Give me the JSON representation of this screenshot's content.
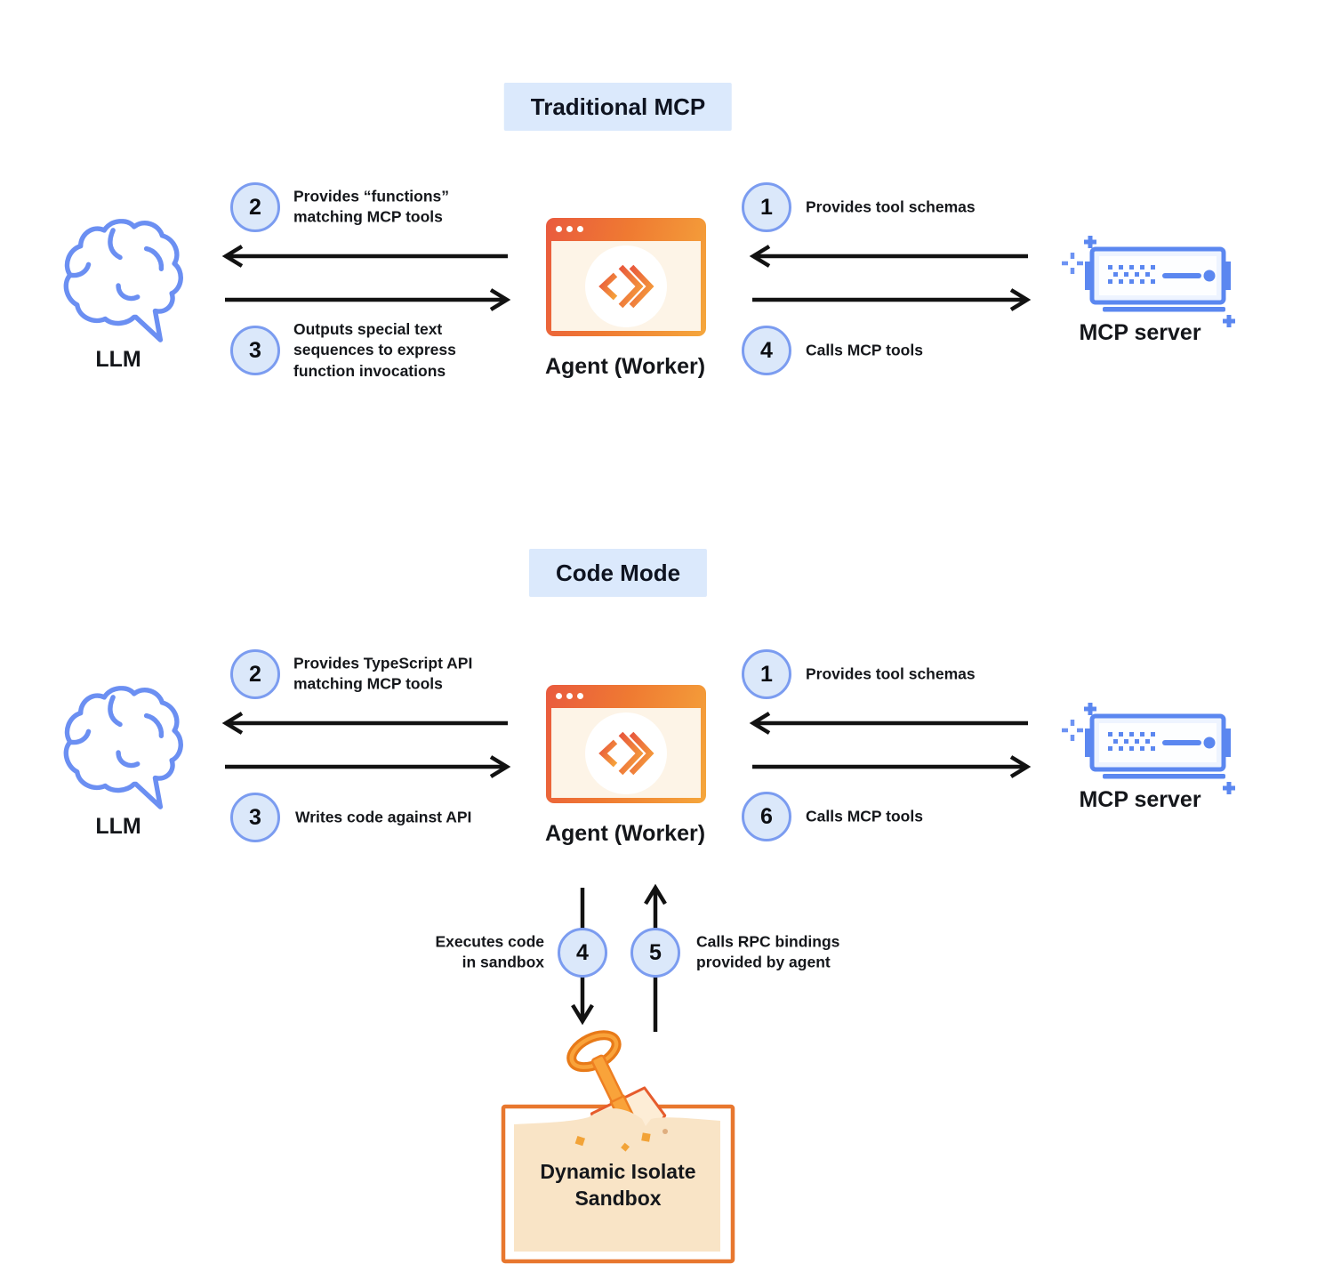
{
  "colors": {
    "accent_blue": "#5b87f0",
    "circle_fill": "#dbe8fa",
    "circle_border": "#7b9cf0",
    "title_bg": "#dbe9fc",
    "worker_orange_start": "#e95a3e",
    "worker_orange_end": "#f5a73c",
    "sandbox_border": "#e8772e",
    "sand_fill": "#f9e4c6",
    "arrow_black": "#121212"
  },
  "traditional": {
    "title": "Traditional MCP",
    "llm_label": "LLM",
    "agent_label": "Agent (Worker)",
    "server_label": "MCP server",
    "steps": {
      "provides_functions": {
        "num": "2",
        "text": "Provides “functions”\nmatching MCP tools"
      },
      "outputs_sequences": {
        "num": "3",
        "text": "Outputs special text\nsequences to express\nfunction invocations"
      },
      "provides_schemas": {
        "num": "1",
        "text": "Provides tool schemas"
      },
      "calls_tools": {
        "num": "4",
        "text": "Calls MCP tools"
      }
    }
  },
  "code_mode": {
    "title": "Code Mode",
    "llm_label": "LLM",
    "agent_label": "Agent (Worker)",
    "server_label": "MCP server",
    "steps": {
      "provides_api": {
        "num": "2",
        "text": "Provides TypeScript API\nmatching MCP tools"
      },
      "writes_code": {
        "num": "3",
        "text": "Writes code against API"
      },
      "provides_schemas": {
        "num": "1",
        "text": "Provides tool schemas"
      },
      "calls_tools": {
        "num": "6",
        "text": "Calls MCP tools"
      },
      "executes_code": {
        "num": "4",
        "text": "Executes code\nin sandbox"
      },
      "calls_rpc": {
        "num": "5",
        "text": "Calls RPC bindings\nprovided by agent"
      }
    },
    "sandbox_label": "Dynamic Isolate\nSandbox"
  }
}
